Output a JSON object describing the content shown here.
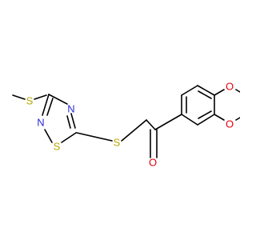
{
  "colors": {
    "background": "#ffffff",
    "bond": "#000000",
    "sulfur": "#b8a600",
    "nitrogen": "#2a2ad8",
    "oxygen": "#e3000b"
  },
  "atoms": {
    "s_methylthio": "S",
    "n_upper": "N",
    "n_lower": "N",
    "s_ring": "S",
    "s_linker": "S",
    "o_carbonyl": "O",
    "o_dioxane_top": "O",
    "o_dioxane_bottom": "O"
  }
}
